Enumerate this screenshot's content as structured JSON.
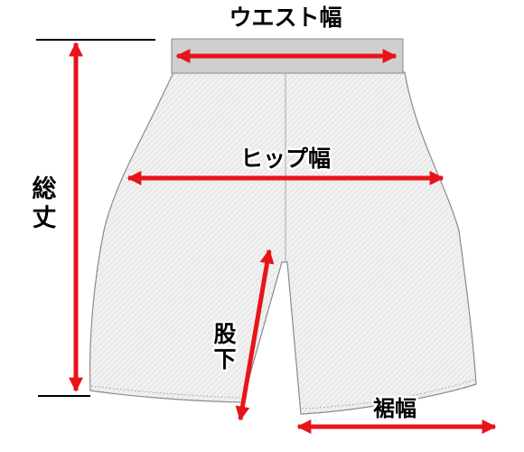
{
  "labels": {
    "waist": "ウエスト幅",
    "hip": "ヒップ幅",
    "total_length_top": "総",
    "total_length_bottom": "丈",
    "inseam_top": "股",
    "inseam_bottom": "下",
    "hem": "裾幅"
  },
  "colors": {
    "arrow": "#e8141a",
    "garment_fill": "#f0f0f0",
    "garment_outline": "#8a8a8a",
    "waistband": "#cfcfcf",
    "reference_line": "#000000",
    "label_text": "#000000"
  }
}
